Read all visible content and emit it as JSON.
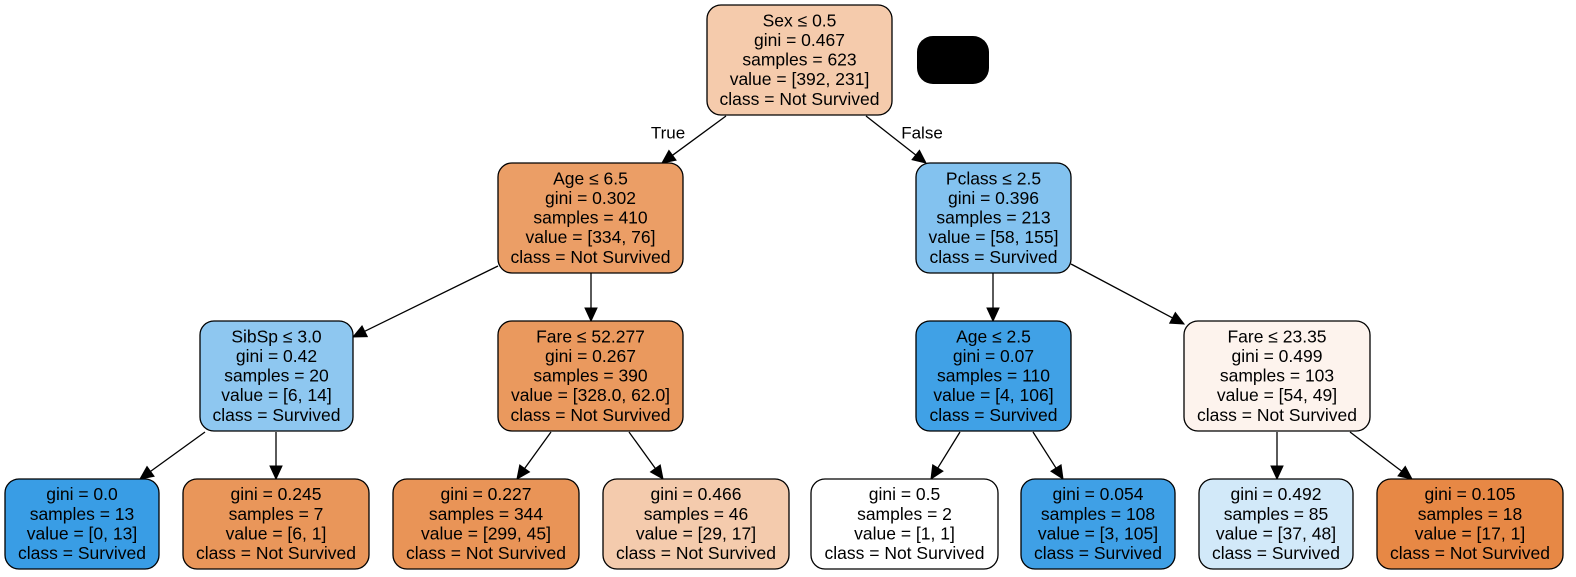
{
  "nodes": [
    {
      "id": "n0",
      "lines": [
        "Sex ≤ 0.5",
        "gini = 0.467",
        "samples = 623",
        "value = [392, 231]",
        "class = Not Survived"
      ],
      "fill": "#f5cbac"
    },
    {
      "id": "n1",
      "lines": [
        "Age ≤ 6.5",
        "gini = 0.302",
        "samples = 410",
        "value = [334, 76]",
        "class = Not Survived"
      ],
      "fill": "#eb9e66"
    },
    {
      "id": "n2",
      "lines": [
        "SibSp ≤ 3.0",
        "gini = 0.42",
        "samples = 20",
        "value = [6, 14]",
        "class = Survived"
      ],
      "fill": "#8ec7f0"
    },
    {
      "id": "n3",
      "lines": [
        "gini = 0.0",
        "samples = 13",
        "value = [0, 13]",
        "class = Survived"
      ],
      "fill": "#399de5"
    },
    {
      "id": "n4",
      "lines": [
        "gini = 0.245",
        "samples = 7",
        "value = [6, 1]",
        "class = Not Survived"
      ],
      "fill": "#e9965a"
    },
    {
      "id": "n5",
      "lines": [
        "Fare ≤ 52.277",
        "gini = 0.267",
        "samples = 390",
        "value = [328.0, 62.0]",
        "class = Not Survived"
      ],
      "fill": "#ea995e"
    },
    {
      "id": "n6",
      "lines": [
        "gini = 0.227",
        "samples = 344",
        "value = [299, 45]",
        "class = Not Survived"
      ],
      "fill": "#e99457"
    },
    {
      "id": "n7",
      "lines": [
        "gini = 0.466",
        "samples = 46",
        "value = [29, 17]",
        "class = Not Survived"
      ],
      "fill": "#f4cbad"
    },
    {
      "id": "n8",
      "lines": [
        "Pclass ≤ 2.5",
        "gini = 0.396",
        "samples = 213",
        "value = [58, 155]",
        "class = Survived"
      ],
      "fill": "#83c2ef"
    },
    {
      "id": "n9",
      "lines": [
        "Age ≤ 2.5",
        "gini = 0.07",
        "samples = 110",
        "value = [4, 106]",
        "class = Survived"
      ],
      "fill": "#40a1e6"
    },
    {
      "id": "n10",
      "lines": [
        "gini = 0.5",
        "samples = 2",
        "value = [1, 1]",
        "class = Not Survived"
      ],
      "fill": "#ffffff"
    },
    {
      "id": "n11",
      "lines": [
        "gini = 0.054",
        "samples = 108",
        "value = [3, 105]",
        "class = Survived"
      ],
      "fill": "#3fa0e6"
    },
    {
      "id": "n12",
      "lines": [
        "Fare ≤ 23.35",
        "gini = 0.499",
        "samples = 103",
        "value = [54, 49]",
        "class = Not Survived"
      ],
      "fill": "#fdf3ed"
    },
    {
      "id": "n13",
      "lines": [
        "gini = 0.492",
        "samples = 85",
        "value = [37, 48]",
        "class = Survived"
      ],
      "fill": "#d2e9f9"
    },
    {
      "id": "n14",
      "lines": [
        "gini = 0.105",
        "samples = 18",
        "value = [17, 1]",
        "class = Not Survived"
      ],
      "fill": "#e78845"
    }
  ],
  "edges": [
    {
      "from": "n0",
      "to": "n1",
      "label": "True"
    },
    {
      "from": "n0",
      "to": "n8",
      "label": "False"
    },
    {
      "from": "n1",
      "to": "n2",
      "label": ""
    },
    {
      "from": "n1",
      "to": "n5",
      "label": ""
    },
    {
      "from": "n2",
      "to": "n3",
      "label": ""
    },
    {
      "from": "n2",
      "to": "n4",
      "label": ""
    },
    {
      "from": "n5",
      "to": "n6",
      "label": ""
    },
    {
      "from": "n5",
      "to": "n7",
      "label": ""
    },
    {
      "from": "n8",
      "to": "n9",
      "label": ""
    },
    {
      "from": "n8",
      "to": "n12",
      "label": ""
    },
    {
      "from": "n9",
      "to": "n10",
      "label": ""
    },
    {
      "from": "n9",
      "to": "n11",
      "label": ""
    },
    {
      "from": "n12",
      "to": "n13",
      "label": ""
    },
    {
      "from": "n12",
      "to": "n14",
      "label": ""
    }
  ]
}
